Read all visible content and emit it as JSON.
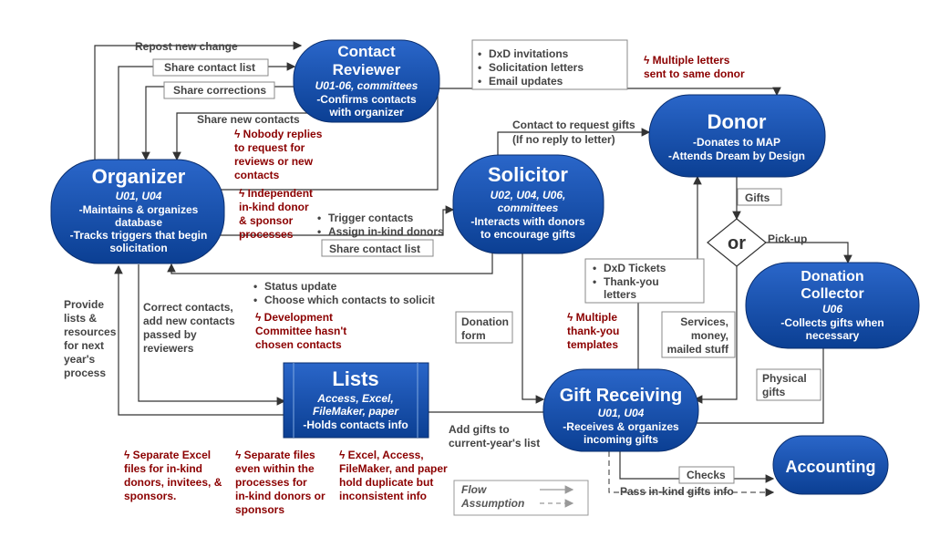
{
  "glyphs": {
    "bullet": "•"
  },
  "nodes": {
    "contact_reviewer": {
      "title": [
        "Contact",
        "Reviewer"
      ],
      "sub": "U01-06, committees",
      "desc": [
        "-Confirms contacts",
        "with organizer"
      ]
    },
    "organizer": {
      "title": "Organizer",
      "sub": "U01, U04",
      "desc": [
        "-Maintains & organizes",
        "database",
        "-Tracks triggers that begin",
        "solicitation"
      ]
    },
    "solicitor": {
      "title": "Solicitor",
      "sub": [
        "U02, U04, U06,",
        "committees"
      ],
      "desc": [
        "-Interacts with donors",
        "to encourage gifts"
      ]
    },
    "donor": {
      "title": "Donor",
      "desc": [
        "-Donates to MAP",
        "-Attends Dream by Design"
      ]
    },
    "decision": "or",
    "donation_collector": {
      "title": [
        "Donation",
        "Collector"
      ],
      "sub": "U06",
      "desc": [
        "-Collects gifts when",
        "necessary"
      ]
    },
    "lists": {
      "title": "Lists",
      "sub": [
        "Access, Excel,",
        "FileMaker, paper"
      ],
      "desc": "-Holds contacts info"
    },
    "gift_receiving": {
      "title": "Gift Receiving",
      "sub": "U01, U04",
      "desc": [
        "-Receives & organizes",
        "incoming gifts"
      ]
    },
    "accounting": {
      "title": "Accounting"
    }
  },
  "edges": {
    "repost_change": "Repost new change",
    "share_contact_list_reviewer": "Share contact list",
    "share_corrections": "Share corrections",
    "share_new_contacts": "Share new contacts",
    "org_donor_items": [
      "DxD invitations",
      "Solicitation letters",
      "Email updates"
    ],
    "request_gifts": [
      "Contact to request gifts",
      "(If no reply to letter)"
    ],
    "trigger_items": [
      "Trigger contacts",
      "Assign in-kind donors"
    ],
    "share_contact_list_solicitor": "Share contact list",
    "status_items": [
      "Status update",
      "Choose which contacts to solicit"
    ],
    "gifts": "Gifts",
    "pick_up": "Pick-up",
    "ticket_items": [
      "DxD Tickets",
      "Thank-you",
      "letters"
    ],
    "donation_form": [
      "Donation",
      "form"
    ],
    "services": [
      "Services,",
      "money,",
      "mailed stuff"
    ],
    "physical_gifts": [
      "Physical",
      "gifts"
    ],
    "provide_lists": [
      "Provide",
      "lists &",
      "resources",
      "for next",
      "year's",
      "process"
    ],
    "correct_contacts": [
      "Correct contacts,",
      "add new contacts",
      "passed by",
      "reviewers"
    ],
    "add_gifts": [
      "Add gifts to",
      "current-year's list"
    ],
    "checks": "Checks",
    "pass_inkind": "Pass in-kind gifts info"
  },
  "issues": {
    "nobody_replies": [
      "ϟ Nobody replies",
      "to request for",
      "reviews or new",
      "contacts"
    ],
    "independent": [
      "ϟ Independent",
      "in-kind donor",
      "& sponsor",
      "processes"
    ],
    "multiple_letters": [
      "ϟ Multiple letters",
      "sent to same donor"
    ],
    "dev_committee": [
      "ϟ Development",
      "Committee hasn't",
      "chosen contacts"
    ],
    "multiple_templates": [
      "ϟ Multiple",
      "thank-you",
      "templates"
    ],
    "separate_excel": [
      "ϟ Separate Excel",
      "files for in-kind",
      "donors, invitees, &",
      "sponsors."
    ],
    "separate_files": [
      "ϟ Separate files",
      "even within the",
      "processes for",
      "in-kind donors or",
      "sponsors"
    ],
    "duplicate": [
      "ϟ Excel, Access,",
      "FileMaker, and paper",
      "hold duplicate but",
      "inconsistent info"
    ]
  },
  "legend": {
    "flow": "Flow",
    "assumption": "Assumption"
  }
}
